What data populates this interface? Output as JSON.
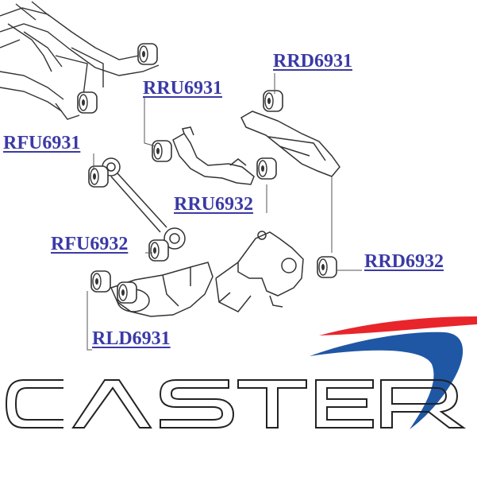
{
  "diagram": {
    "labels": [
      {
        "key": "rrd6931",
        "text": "RRD6931"
      },
      {
        "key": "rru6931",
        "text": "RRU6931"
      },
      {
        "key": "rfu6931",
        "text": "RFU6931"
      },
      {
        "key": "rru6932",
        "text": "RRU6932"
      },
      {
        "key": "rfu6932",
        "text": "RFU6932"
      },
      {
        "key": "rrd6932",
        "text": "RRD6932"
      },
      {
        "key": "rld6931",
        "text": "RLD6931"
      }
    ],
    "logo": {
      "wordmark": "CASTER",
      "swoosh_red": "#e8252b",
      "swoosh_blue": "#1f57a5"
    },
    "colors": {
      "label_text": "#3b3aa6",
      "line_art": "#333333",
      "leader": "#555555"
    }
  }
}
